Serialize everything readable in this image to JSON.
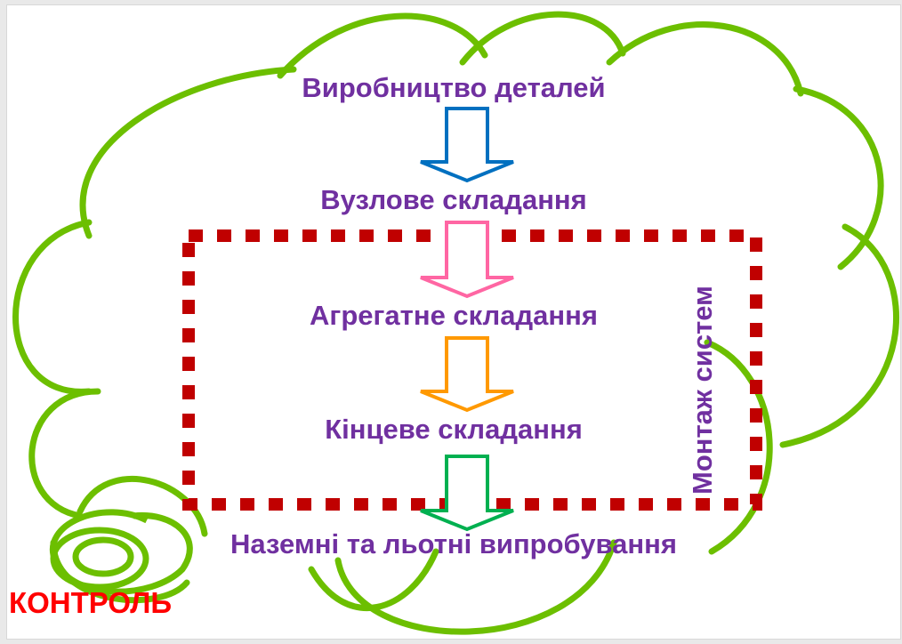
{
  "diagram": {
    "steps": [
      "Виробництво деталей",
      "Вузлове складання",
      "Агрегатне складання",
      "Кінцеве складання",
      "Наземні та льотні випробування"
    ],
    "side_label": "Монтаж систем",
    "control_label": "КОНТРОЛЬ",
    "colors": {
      "cloud": "#6cbf00",
      "text": "#7030a0",
      "dotted_frame": "#c00000",
      "control": "#ff0000",
      "arrows": [
        "#0070c0",
        "#ff66a3",
        "#ff9900",
        "#00b050"
      ]
    }
  }
}
